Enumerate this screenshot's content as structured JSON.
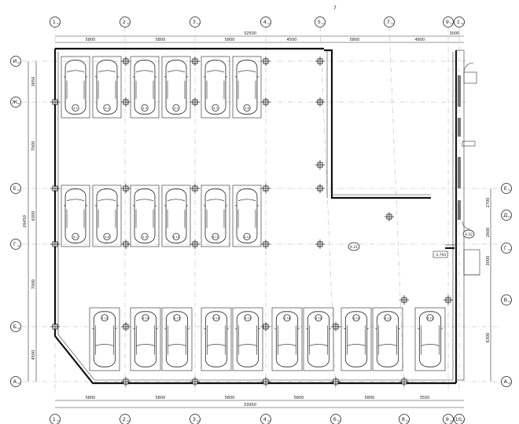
{
  "header": {
    "sheet_mark": "7"
  },
  "axes": {
    "top": [
      {
        "label": "1",
        "sub": "лп"
      },
      {
        "label": "2",
        "sub": "лп"
      },
      {
        "label": "3",
        "sub": "лп"
      },
      {
        "label": "4",
        "sub": "лп"
      },
      {
        "label": "5",
        "sub": "лп"
      },
      {
        "label": "7",
        "sub": "лп"
      },
      {
        "label": "9",
        "sub": "лп"
      },
      {
        "label": "1",
        "sub": "лп"
      }
    ],
    "bottom": [
      {
        "label": "1",
        "sub": "лп"
      },
      {
        "label": "2",
        "sub": "лп"
      },
      {
        "label": "3",
        "sub": "лп"
      },
      {
        "label": "4",
        "sub": "лп"
      },
      {
        "label": "6",
        "sub": "лп"
      },
      {
        "label": "8",
        "sub": "лп"
      },
      {
        "label": "9",
        "sub": "лп"
      },
      {
        "label": "10",
        "sub": "лп"
      }
    ],
    "left": [
      {
        "label": "И",
        "sub": "лп"
      },
      {
        "label": "Ж",
        "sub": "лп"
      },
      {
        "label": "Е",
        "sub": "лп"
      },
      {
        "label": "Г",
        "sub": "лп"
      },
      {
        "label": "Б",
        "sub": "лп"
      },
      {
        "label": "А",
        "sub": "лп"
      }
    ],
    "right": [
      {
        "label": "Е",
        "sub": "лп"
      },
      {
        "label": "Д",
        "sub": "лп"
      },
      {
        "label": "Г",
        "sub": "лп"
      },
      {
        "label": "В",
        "sub": "лп"
      },
      {
        "label": "А",
        "sub": "лп"
      }
    ]
  },
  "dimensions": {
    "top_total": "32500",
    "top_segments": [
      "5800",
      "5800",
      "5800",
      "4500",
      "5800",
      "4800",
      "3000"
    ],
    "bottom_total": "33950",
    "bottom_segments": [
      "5800",
      "5800",
      "5800",
      "5800",
      "5800",
      "3500"
    ],
    "left_total": "26450",
    "left_segments": [
      "3650",
      "7000",
      "6300",
      "7000",
      "4500"
    ],
    "right_segments": [
      "2700",
      "2600",
      "3000",
      "6300"
    ]
  },
  "room_tags": {
    "hall": "4.21",
    "stair": "4.22",
    "level": "-3.700"
  },
  "parking": {
    "row1": [
      "4.1",
      "4.2",
      "4.3",
      "4.4",
      "4.5",
      "4.6"
    ],
    "row2": [
      "4.7",
      "4.8",
      "4.9",
      "4.10",
      "4.11",
      "4.12"
    ],
    "row3": [
      "4.13",
      "4.14",
      "4.15",
      "4.16",
      "4.17",
      "4.18",
      "4.19",
      "4.20",
      "4.21",
      "4.22"
    ]
  },
  "colors": {
    "line": "#111111",
    "grid": "#999999",
    "paper": "#ffffff"
  }
}
